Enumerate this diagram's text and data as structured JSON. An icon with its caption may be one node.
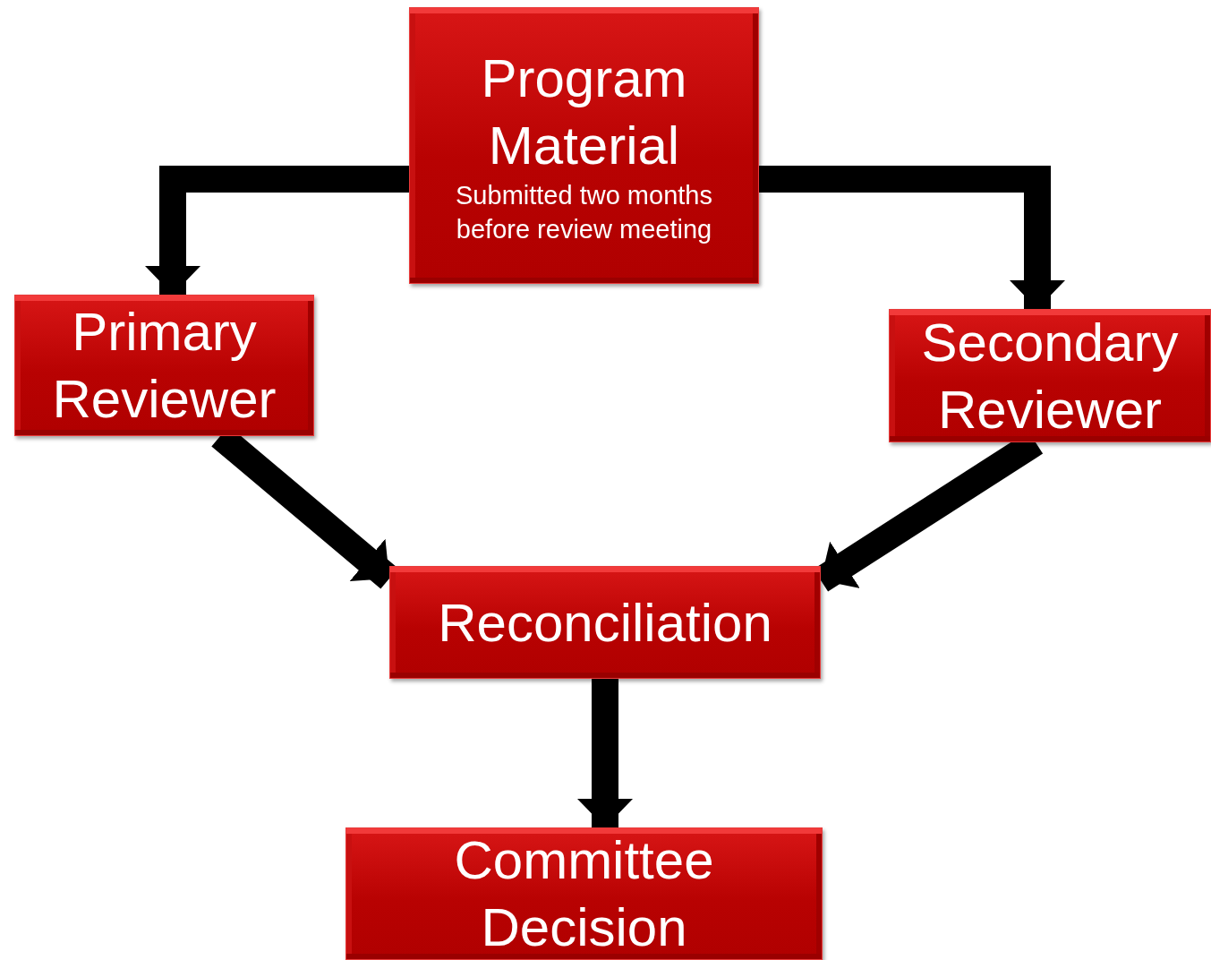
{
  "diagram": {
    "nodes": [
      {
        "text": [
          "Program Material",
          "Submitted two months before review meeting"
        ]
      },
      {
        "text": [
          "Primary Reviewer"
        ]
      },
      {
        "text": [
          "Secondary Reviewer"
        ]
      },
      {
        "text": [
          "Reconciliation"
        ]
      },
      {
        "text": [
          "Committee Decision"
        ]
      }
    ],
    "edges": [
      {
        "from": 0,
        "to": 1,
        "arrow": "to"
      },
      {
        "from": 0,
        "to": 2,
        "arrow": "to"
      },
      {
        "from": 1,
        "to": 3,
        "arrow": "to"
      },
      {
        "from": 2,
        "to": 3,
        "arrow": "to"
      },
      {
        "from": 3,
        "to": 4,
        "arrow": "to"
      }
    ]
  }
}
